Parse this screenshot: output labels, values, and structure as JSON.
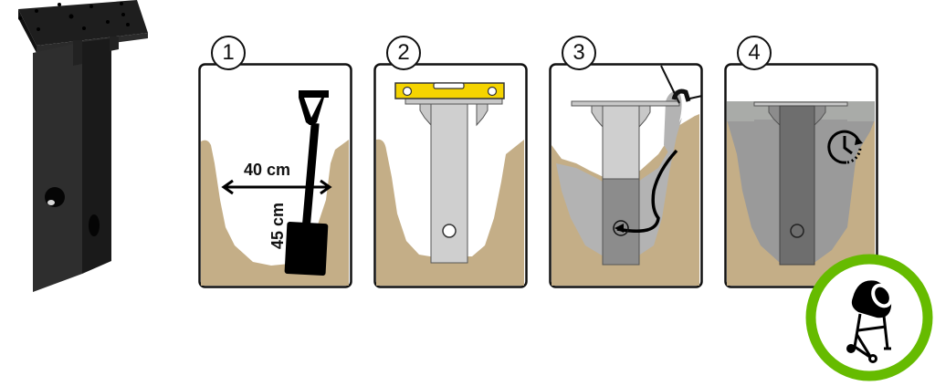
{
  "product": {
    "name": "black-steel-post-anchor",
    "color": "#2a2a2a"
  },
  "steps": [
    {
      "number": "1",
      "width_label": "40 cm",
      "depth_label": "45 cm",
      "description_icon": "shovel-icon"
    },
    {
      "number": "2",
      "description_icon": "spirit-level-icon"
    },
    {
      "number": "3",
      "description_icon": "concrete-pour-icon"
    },
    {
      "number": "4",
      "description_icon": "curing-clock-icon"
    }
  ],
  "badge": {
    "icon": "concrete-mixer-icon",
    "ring_color": "#66bb00"
  },
  "colors": {
    "soil": "#c4ae87",
    "post_light": "#cfcfcf",
    "concrete_wet": "#b3b3b3",
    "concrete_set": "#9a9a9a",
    "post_dark": "#6e6e6e",
    "level_yellow": "#f5d400",
    "outline": "#111111"
  }
}
